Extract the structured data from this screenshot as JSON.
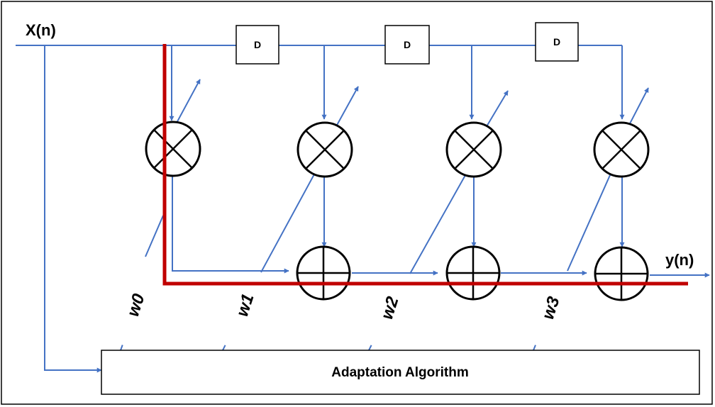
{
  "colors": {
    "signal_line": "#4472C4",
    "highlight_path": "#C00000",
    "outline": "#000000",
    "background": "#FFFFFF"
  },
  "labels": {
    "input": "X(n)",
    "output": "y(n)",
    "delay": "D",
    "algorithm": "Adaptation Algorithm",
    "weights": [
      "w0",
      "w1",
      "w2",
      "w3"
    ]
  }
}
